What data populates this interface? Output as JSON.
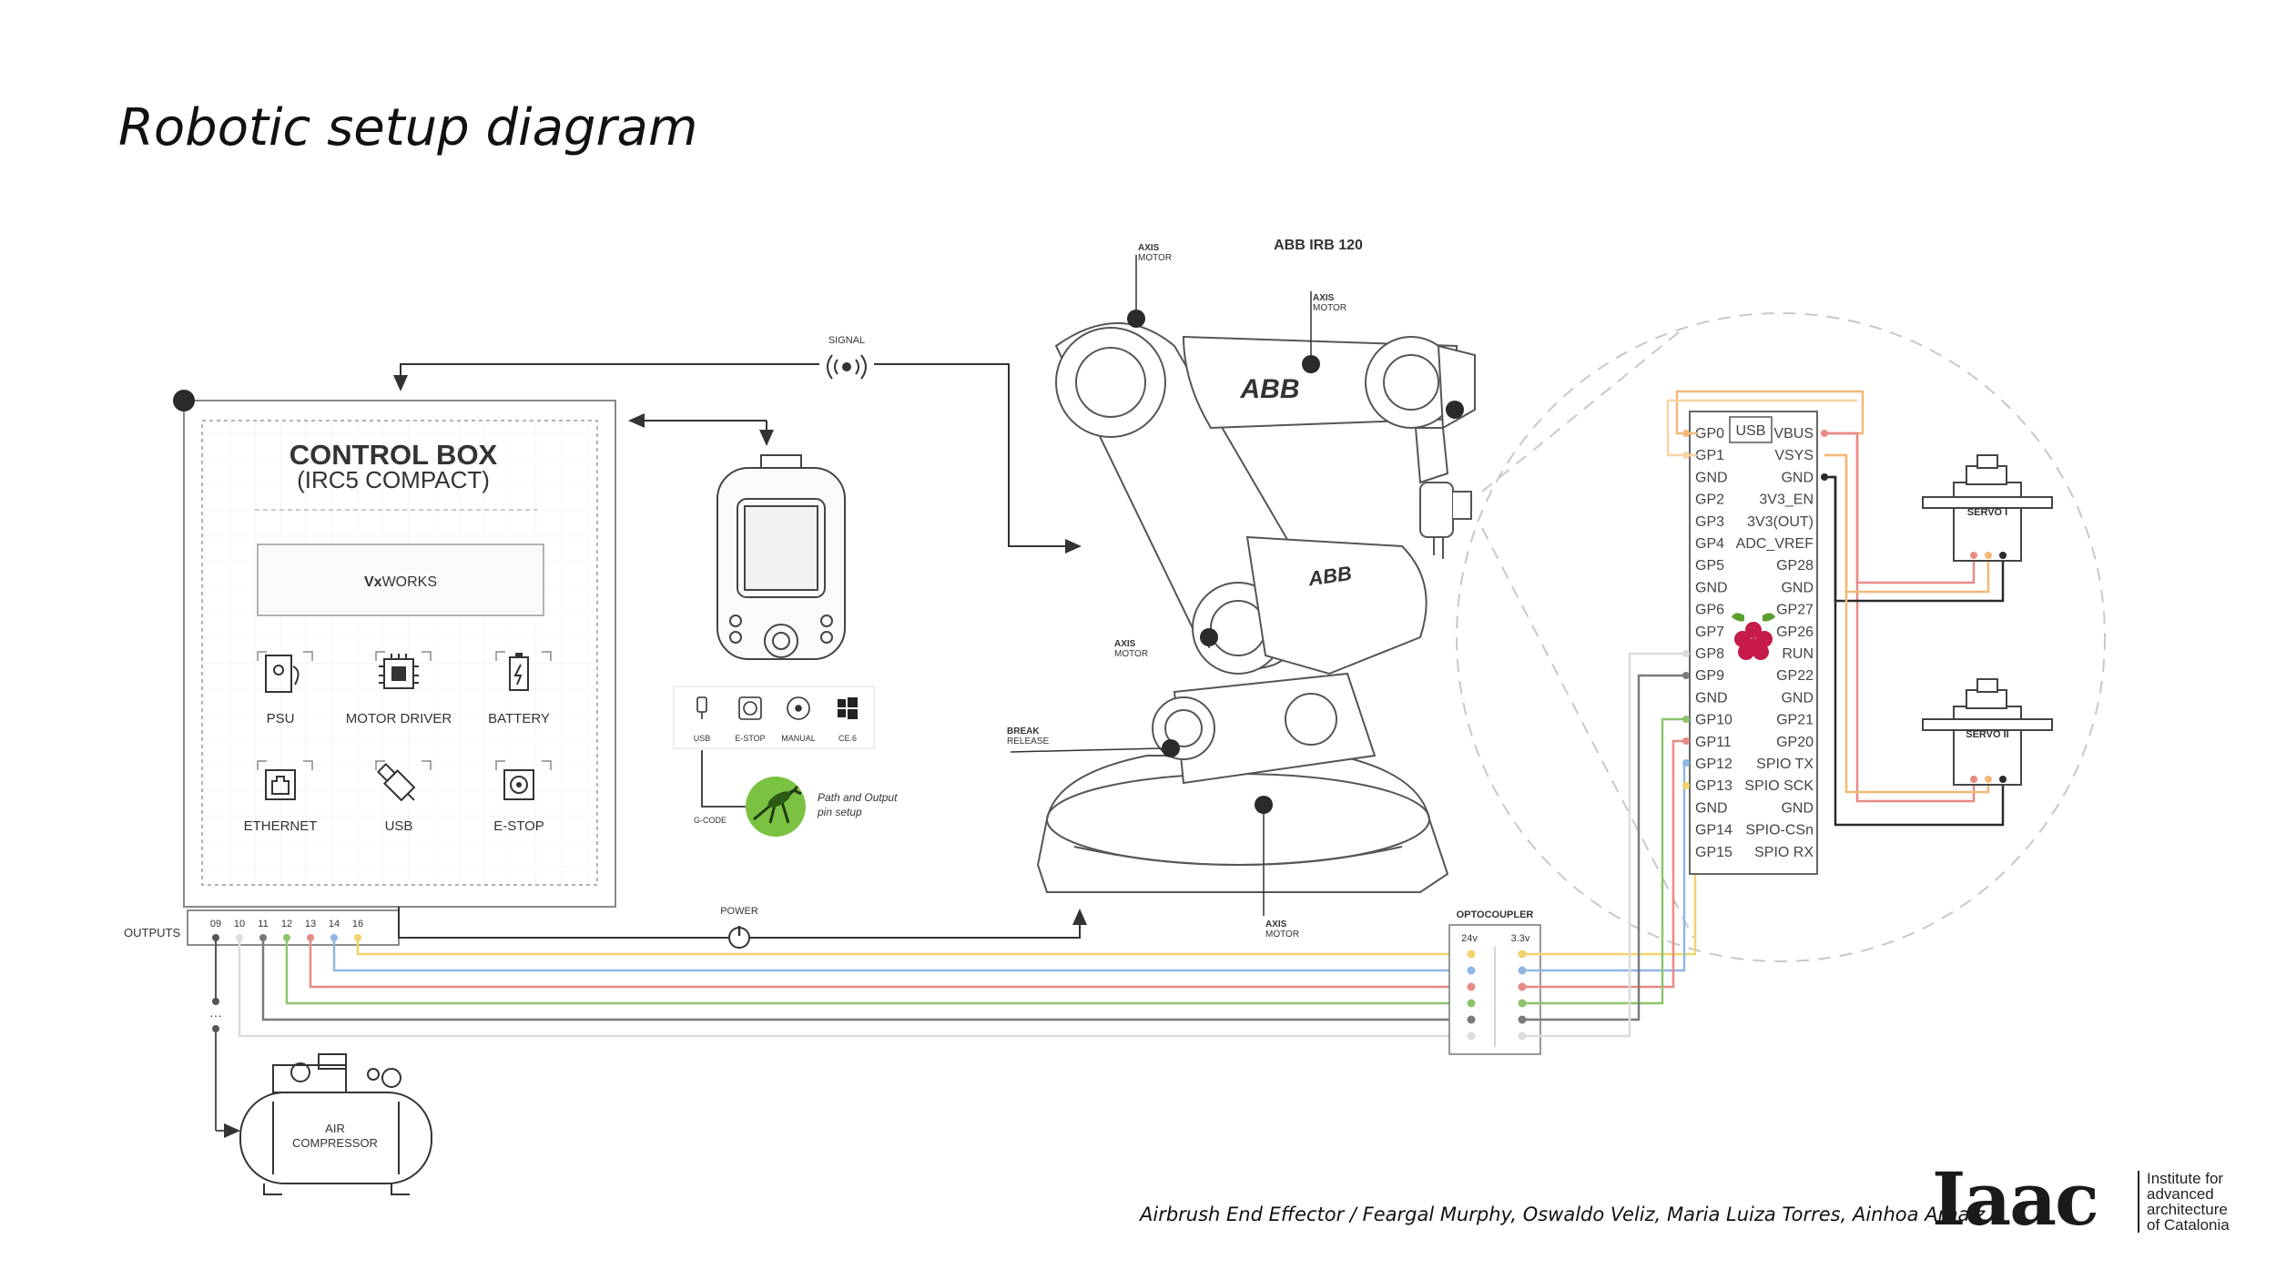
{
  "title": "Robotic setup diagram",
  "credits": "Airbrush End Effector / Feargal Murphy, Oswaldo Veliz, Maria Luiza Torres, Ainhoa Arnaiz",
  "control_box": {
    "title": "CONTROL BOX",
    "subtitle": "(IRC5 COMPACT)",
    "os_bold": "Vx",
    "os_rest": "WORKS",
    "modules": [
      "PSU",
      "MOTOR DRIVER",
      "BATTERY",
      "ETHERNET",
      "USB",
      "E-STOP"
    ]
  },
  "outputs": {
    "label": "OUTPUTS",
    "pins": [
      "09",
      "10",
      "11",
      "12",
      "13",
      "14",
      "16"
    ]
  },
  "signal_label": "SIGNAL",
  "power_label": "POWER",
  "pendant": {
    "ports": [
      "USB",
      "E-STOP",
      "MANUAL",
      "CE.6"
    ],
    "gcode_label": "G-CODE",
    "grasshopper_line1": "Path and Output",
    "grasshopper_line2": "pin setup"
  },
  "robot": {
    "name": "ABB IRB 120",
    "brand": "ABB",
    "axis_label": "AXIS",
    "motor_label": "MOTOR",
    "break_label": "BREAK",
    "release_label": "RELEASE"
  },
  "optocoupler": {
    "label": "OPTOCOUPLER",
    "left_voltage": "24v",
    "right_voltage": "3.3v"
  },
  "pico": {
    "usb": "USB",
    "left_pins": [
      "GP0",
      "GP1",
      "GND",
      "GP2",
      "GP3",
      "GP4",
      "GP5",
      "GND",
      "GP6",
      "GP7",
      "GP8",
      "GP9",
      "GND",
      "GP10",
      "GP11",
      "GP12",
      "GP13",
      "GND",
      "GP14",
      "GP15"
    ],
    "right_pins": [
      "VBUS",
      "VSYS",
      "GND",
      "3V3_EN",
      "3V3(OUT)",
      "ADC_VREF",
      "GP28",
      "GND",
      "GP27",
      "GP26",
      "RUN",
      "GP22",
      "GND",
      "GP21",
      "GP20",
      "SPIO TX",
      "SPIO SCK",
      "GND",
      "SPIO-CSn",
      "SPIO RX"
    ]
  },
  "servos": [
    "SERVO I",
    "SERVO II"
  ],
  "compressor": {
    "line1": "AIR",
    "line2": "COMPRESSOR"
  },
  "logo": {
    "word": "Iaac",
    "lines": [
      "Institute for",
      "advanced",
      "architecture",
      "of Catalonia"
    ]
  },
  "colors": {
    "yellow": "#f2d36b",
    "blue": "#8fb7e3",
    "red": "#e88a86",
    "green": "#8cc46e",
    "gray": "#7a7a7a",
    "lightgray": "#cfcfcf",
    "orange": "#f3b877",
    "dark": "#2a2a2a",
    "grasshopper": "#7cc242",
    "abb_red": "#d8262f"
  }
}
